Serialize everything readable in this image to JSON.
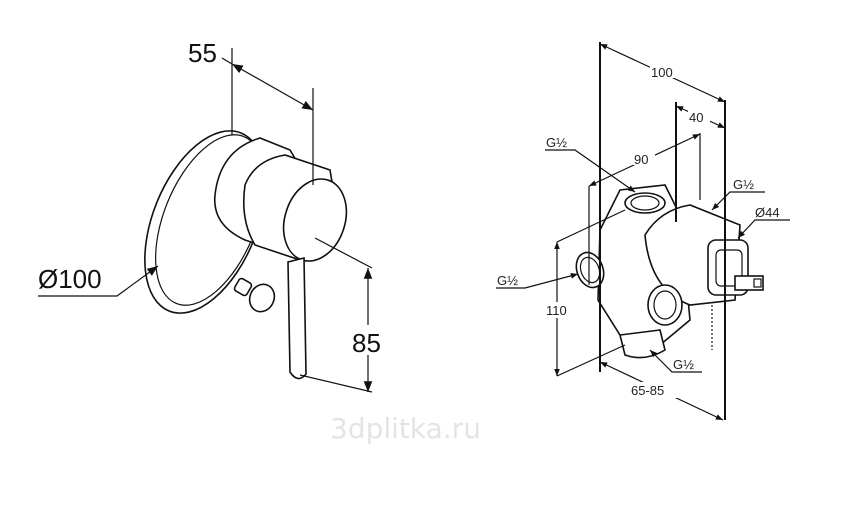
{
  "left_drawing": {
    "depth_dim": "55",
    "diameter_dim": "Ø100",
    "lever_height_dim": "85"
  },
  "right_drawing": {
    "overall_depth_dim": "100",
    "front_dim": "40",
    "inlet_spacing_dim": "90",
    "height_dim": "110",
    "install_depth_dim": "65-85",
    "spindle_diameter_dim": "Ø44",
    "thread_top": "G½",
    "thread_right": "G½",
    "thread_left": "G½",
    "thread_bottom": "G½"
  },
  "watermark": "3dplitka.ru"
}
